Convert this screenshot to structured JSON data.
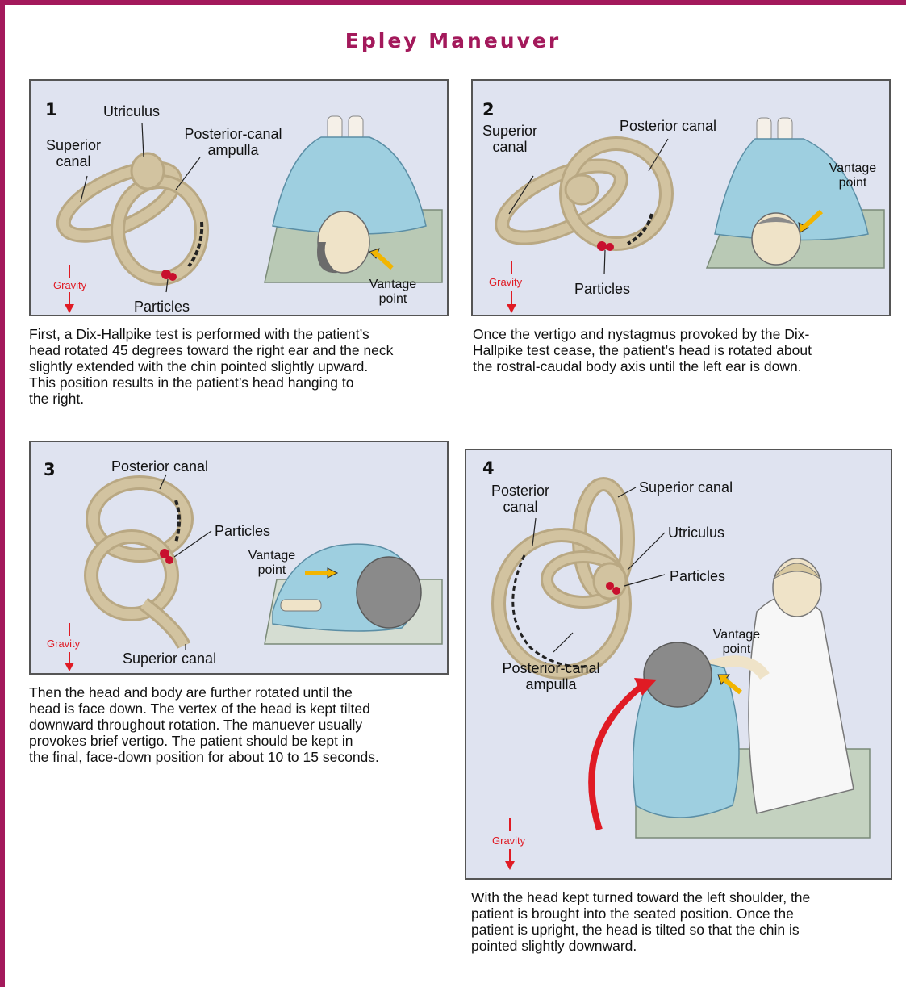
{
  "title": "Epley Maneuver",
  "panel1": {
    "number": "1",
    "utriculus": "Utriculus",
    "superior_canal": [
      "Superior",
      "canal"
    ],
    "posterior_canal_ampulla": [
      "Posterior-canal",
      "ampulla"
    ],
    "particles": "Particles",
    "gravity": "Gravity",
    "vantage_point": [
      "Vantage",
      "point"
    ],
    "caption": [
      "First, a Dix-Hallpike test is performed with the patient’s",
      "head rotated 45 degrees toward the right ear and the neck",
      "slightly extended with the chin pointed slightly upward.",
      "This position results in the patient’s head hanging to",
      "the right."
    ]
  },
  "panel2": {
    "number": "2",
    "superior_canal": [
      "Superior",
      "canal"
    ],
    "posterior_canal": "Posterior canal",
    "particles": "Particles",
    "gravity": "Gravity",
    "vantage_point": [
      "Vantage",
      "point"
    ],
    "caption": [
      "Once the vertigo and nystagmus provoked by the Dix-",
      "Hallpike test cease, the patient’s head is rotated about",
      "the rostral-caudal body axis until the left ear is down."
    ]
  },
  "panel3": {
    "number": "3",
    "posterior_canal": "Posterior canal",
    "particles": "Particles",
    "superior_canal": "Superior canal",
    "gravity": "Gravity",
    "vantage_point": [
      "Vantage",
      "point"
    ],
    "caption": [
      "Then the head and body are further rotated until the",
      "head is face down. The vertex of the head is kept tilted",
      "downward throughout rotation. The manuever usually",
      "provokes brief vertigo. The patient should be kept in",
      "the final, face-down position for about 10 to 15 seconds."
    ]
  },
  "panel4": {
    "number": "4",
    "posterior_canal": [
      "Posterior",
      "canal"
    ],
    "superior_canal": "Superior canal",
    "utriculus": "Utriculus",
    "particles": "Particles",
    "posterior_canal_ampulla": [
      "Posterior-canal",
      "ampulla"
    ],
    "gravity": "Gravity",
    "vantage_point": [
      "Vantage",
      "point"
    ],
    "caption": [
      "With the head kept turned toward the left shoulder, the",
      "patient is brought into the seated position. Once the",
      "patient is upright, the head is tilted so that the chin is",
      "pointed slightly downward."
    ]
  },
  "colors": {
    "accent": "#a3195b",
    "panel_bg": "#dfe3f0",
    "canal": "#d2c3a0",
    "particles": "#c8102e",
    "gravity": "#e01b24",
    "vantage_arrow": "#f2b500",
    "gown": "#9ecfe0"
  }
}
